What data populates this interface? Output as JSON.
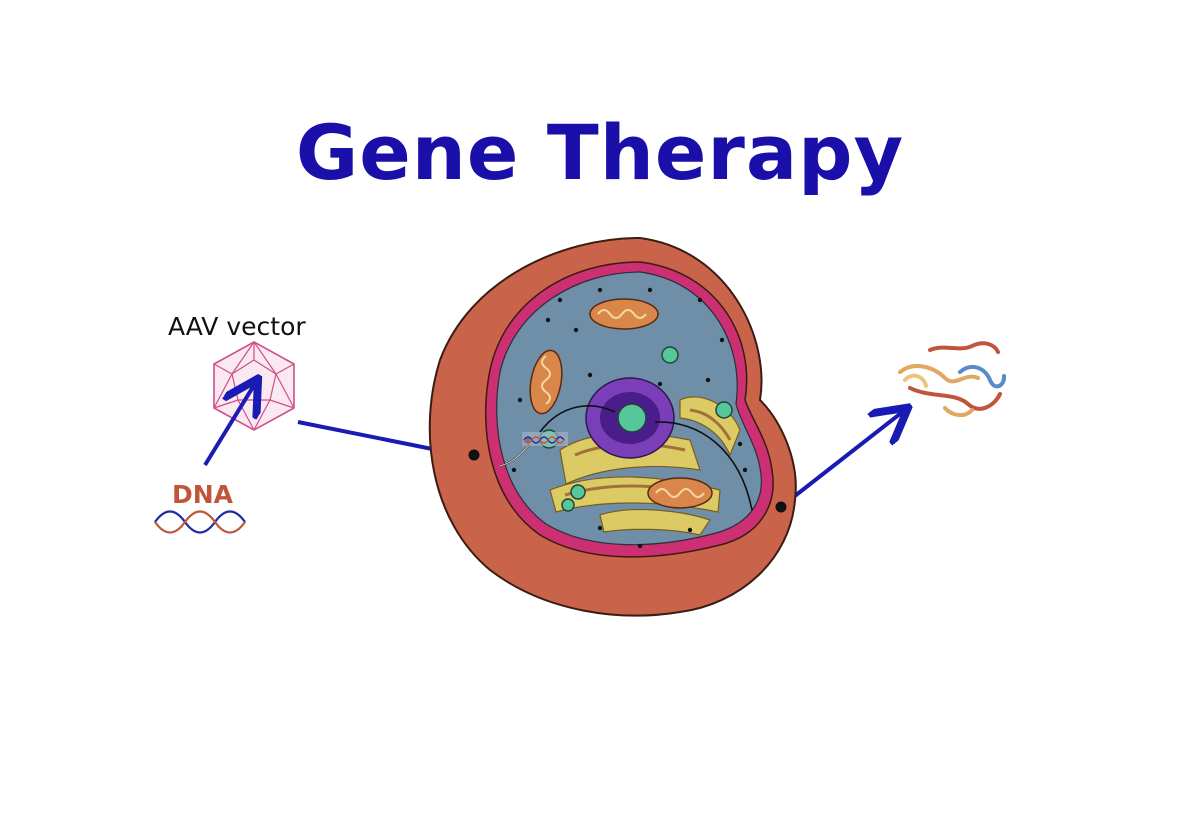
{
  "title": "Gene Therapy",
  "labels": {
    "aav_vector": "AAV vector",
    "dna": "DNA"
  },
  "colors": {
    "title": "#1a0fa8",
    "arrow": "#1a1ab4",
    "aav_text": "#111111",
    "dna_text": "#c0553b",
    "cell_membrane": "#c9644a",
    "cell_rim": "#cc2f72",
    "cytoplasm": "#6f8fa8",
    "nucleus": "#7a3fb8",
    "nucleolus": "#55c79a",
    "golgi": "#e2cf62",
    "mitochondria": "#d9864a",
    "capsid": "#cc4f8a"
  }
}
